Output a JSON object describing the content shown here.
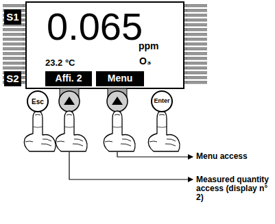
{
  "diagram": {
    "nodes": [
      {
        "text": [
          "S1"
        ]
      },
      {
        "text": [
          "S2"
        ]
      },
      {
        "text": [
          "Affi. 2"
        ]
      },
      {
        "text": [
          "Menu"
        ]
      },
      {
        "text": [
          "Esc"
        ]
      },
      {
        "text": [
          "Enter"
        ]
      }
    ],
    "labels": [
      "0.065",
      "ppm",
      "23.2 °C",
      "O₃",
      "Menu access",
      "Measured quantity access (display n° 2)"
    ]
  }
}
